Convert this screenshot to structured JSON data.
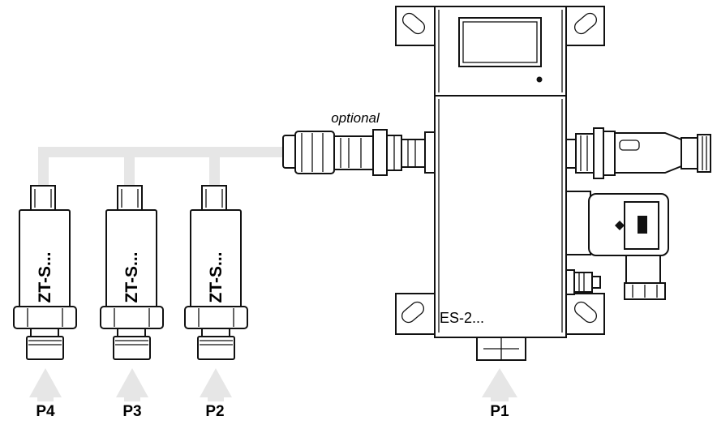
{
  "labels": {
    "optional": "optional",
    "main_unit": "ES-2...",
    "sensor": "ZT-S..."
  },
  "sensors": [
    {
      "port": "P4",
      "label": "ZT-S..."
    },
    {
      "port": "P3",
      "label": "ZT-S..."
    },
    {
      "port": "P2",
      "label": "ZT-S..."
    }
  ],
  "main_port": "P1",
  "colors": {
    "line": "#111111",
    "tubing": "#e6e6e6",
    "arrow": "#e6e6e6"
  }
}
